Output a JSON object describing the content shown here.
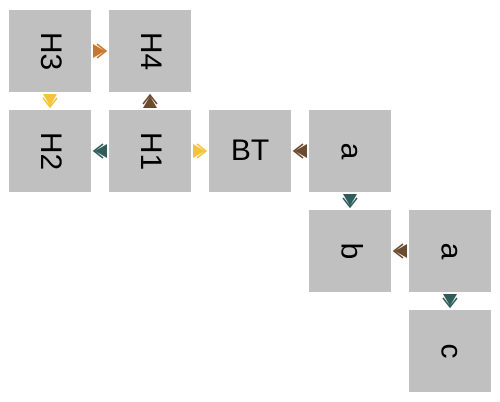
{
  "colors": {
    "node_fill": "#c0c0c0",
    "orange": "#c8782e",
    "yellow": "#f2c43a",
    "brown": "#6b4a2e",
    "teal": "#2f5e5a"
  },
  "nodes": [
    {
      "id": "h3",
      "label": "H3",
      "rotated": true
    },
    {
      "id": "h4",
      "label": "H4",
      "rotated": true
    },
    {
      "id": "h2",
      "label": "H2",
      "rotated": true
    },
    {
      "id": "h1",
      "label": "H1",
      "rotated": true
    },
    {
      "id": "bt",
      "label": "BT",
      "rotated": false
    },
    {
      "id": "a1",
      "label": "a",
      "rotated": true
    },
    {
      "id": "b",
      "label": "b",
      "rotated": true
    },
    {
      "id": "a2",
      "label": "a",
      "rotated": true
    },
    {
      "id": "c",
      "label": "c",
      "rotated": true
    }
  ],
  "edges": [
    {
      "from": "h3",
      "to": "h4",
      "color": "orange"
    },
    {
      "from": "h3",
      "to": "h2",
      "color": "yellow"
    },
    {
      "from": "h1",
      "to": "h4",
      "color": "brown"
    },
    {
      "from": "h1",
      "to": "h2",
      "color": "teal"
    },
    {
      "from": "h1",
      "to": "bt",
      "color": "yellow"
    },
    {
      "from": "a1",
      "to": "bt",
      "color": "brown"
    },
    {
      "from": "a1",
      "to": "b",
      "color": "teal"
    },
    {
      "from": "a2",
      "to": "b",
      "color": "brown"
    },
    {
      "from": "a2",
      "to": "c",
      "color": "teal"
    }
  ]
}
